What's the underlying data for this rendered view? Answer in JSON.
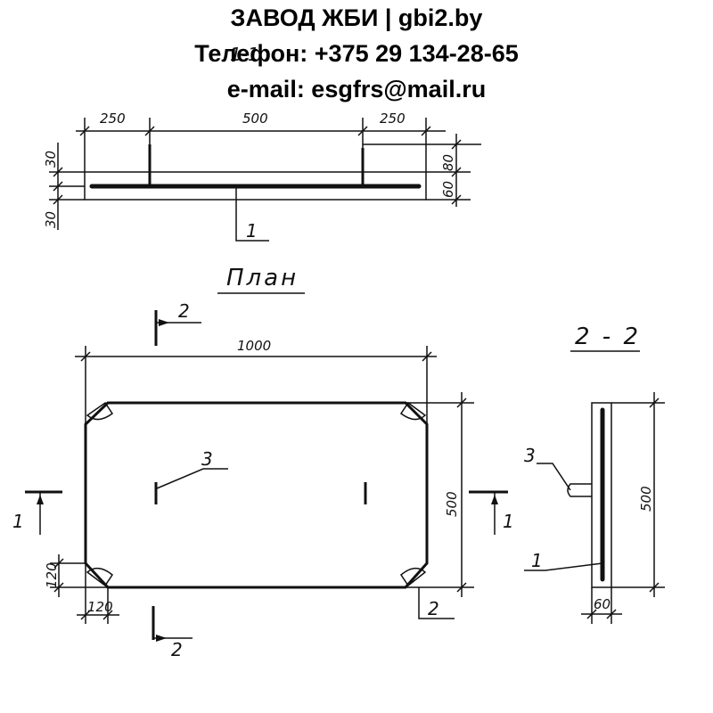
{
  "header": {
    "line1": "ЗАВОД ЖБИ | gbi2.by",
    "line2": "Телефон: +375 29 134-28-65",
    "line3": "e-mail: esgfrs@mail.ru"
  },
  "drawing": {
    "section_1_1": {
      "title": "1-1",
      "dims": {
        "left": "250",
        "middle": "500",
        "right": "250",
        "top_offset": "30",
        "bottom_offset": "30",
        "height_total": "80",
        "height_slab": "60"
      },
      "callout": "1"
    },
    "plan": {
      "title": "План",
      "width_dim": "1000",
      "height_dim": "500",
      "corner_w": "120",
      "corner_h": "120",
      "callout_loop": "3",
      "cut_1_left": "1",
      "cut_1_right": "1",
      "cut_2_top": "2",
      "cut_2_bottom": "2",
      "cut_2_right": "2"
    },
    "section_2_2": {
      "title": "2 - 2",
      "height_dim": "500",
      "thickness_dim": "60",
      "callout_loop": "3",
      "callout_bar": "1"
    }
  }
}
